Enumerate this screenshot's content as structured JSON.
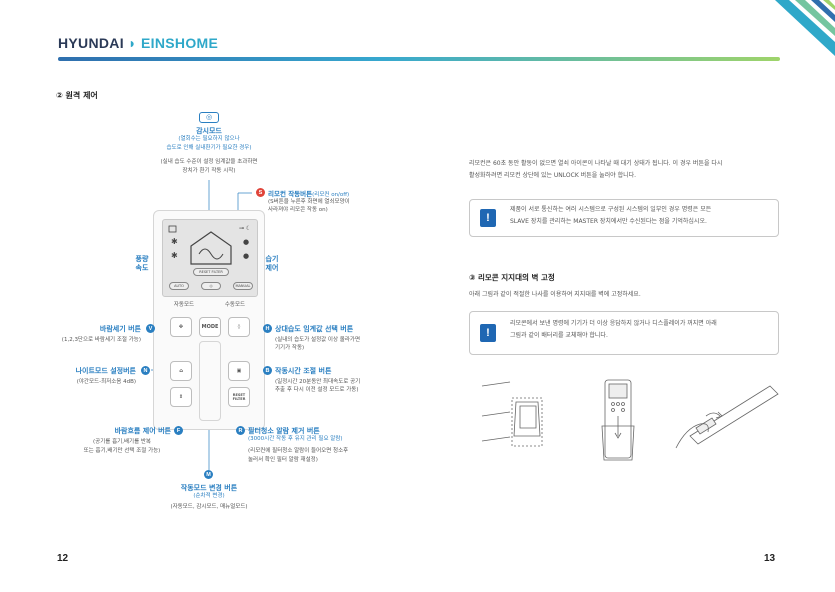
{
  "header": {
    "brand_hy": "HYUNDAI",
    "brand_ein": "EINSHOME"
  },
  "left": {
    "section_title": "② 원격 제어",
    "surveillance": {
      "title": "감시모드",
      "sub1": "(열회수는 필요하지 않으나",
      "sub2": "습도로 인해 실내환기가 필요한 경우)",
      "desc1": "(실내 습도 수준이 설정 임계값을 초과하면",
      "desc2": "장치가 환기 작동 시작)"
    },
    "power": {
      "badge": "S",
      "title": "리모컨 작동버튼",
      "title_sub": "(리모컨 on/off)",
      "desc1": "(S버튼을 누른후 화면에 열쇠모양이",
      "desc2": "사라져야 리모콘 작동 on)"
    },
    "side_left": {
      "line1": "풍량",
      "line2": "속도"
    },
    "side_right": {
      "line1": "습기",
      "line2": "제어"
    },
    "lcd_buttons": {
      "auto": "AUTO",
      "manual": "MANUAL",
      "reset": "RESET FILTER"
    },
    "under_labels": {
      "auto": "자동모드",
      "manual": "수동모드"
    },
    "fan": {
      "badge": "V",
      "title": "바람세기 버튼",
      "desc": "(1,2,3단으로 바람세기 조절 가능)"
    },
    "humidity": {
      "badge": "H",
      "title": "상대습도 임계값 선택 버튼",
      "desc1": "(실내의 습도가 설정값 이상 올라가면",
      "desc2": "기기가 작동)"
    },
    "night": {
      "badge": "N",
      "title": "나이트모드 설정버튼",
      "desc": "(야간모드-최저소음 4dB)"
    },
    "timer": {
      "badge": "B",
      "title": "작동시간 조절 버튼",
      "desc1": "(일정시간 20분동안 최대속도로 공기",
      "desc2": "추출 후 다시 이전 설정 모드로 가동)"
    },
    "flow": {
      "badge": "F",
      "title": "바람흐름 제어 버튼",
      "desc1": "(공기를 흡기,배기를 반복",
      "desc2": "또는 흡기,배기만 선택 조절 가능)"
    },
    "filter": {
      "badge": "R",
      "title": "필터청소 알람 제거 버튼",
      "title2": "(3000시간 작동 후 유지 관리 필요 알람)",
      "desc1": "(리모컨에 필터청소 알람이 들어오면 청소후",
      "desc2": "눌러서 확인 필터 알람 재설정)"
    },
    "mode": {
      "badge": "M",
      "title": "작동모드 변경 버튼",
      "title2": "(순차적 변경)",
      "desc": "(자동모드, 감시모드, 매뉴얼모드)"
    },
    "remote_buttons": {
      "mode": "MODE",
      "reset": "RESET FILTER"
    },
    "page_number": "12"
  },
  "right": {
    "intro1": "리모컨은 60초 동안 활동이 없으면 열쇠 아이콘이 나타날 때 대기 상태가 됩니다. 이 경우 버튼을 다시",
    "intro2": "활성화하려면 리모컨 상단에 있는 UNLOCK 버튼을 눌러야 합니다.",
    "note1_line1": "제품이 서로 통신하는 여러 시스템으로 구성된 시스템의 일부인 경우 명령은 모든",
    "note1_line2": "SLAVE 장치를 관리하는 MASTER 장치에서만 수신된다는 점을 기억하십시오.",
    "section_title": "③ 리모콘 지지대의 벽 고정",
    "section_desc": "아래 그림과 같이 적절한 나사를 이용하여 지지대를 벽에 고정하세요.",
    "note2_line1": "리모콘에서 보낸 명령에 기기가 더 이상 응답하지 않거나 디스플레이가 꺼지면 아래",
    "note2_line2": "그림과 같이 배터리를 교체해야 합니다.",
    "warn_symbol": "!",
    "page_number": "13"
  },
  "colors": {
    "accent": "#2a7fc1",
    "red": "#e0443a",
    "warn": "#1f67b3"
  }
}
